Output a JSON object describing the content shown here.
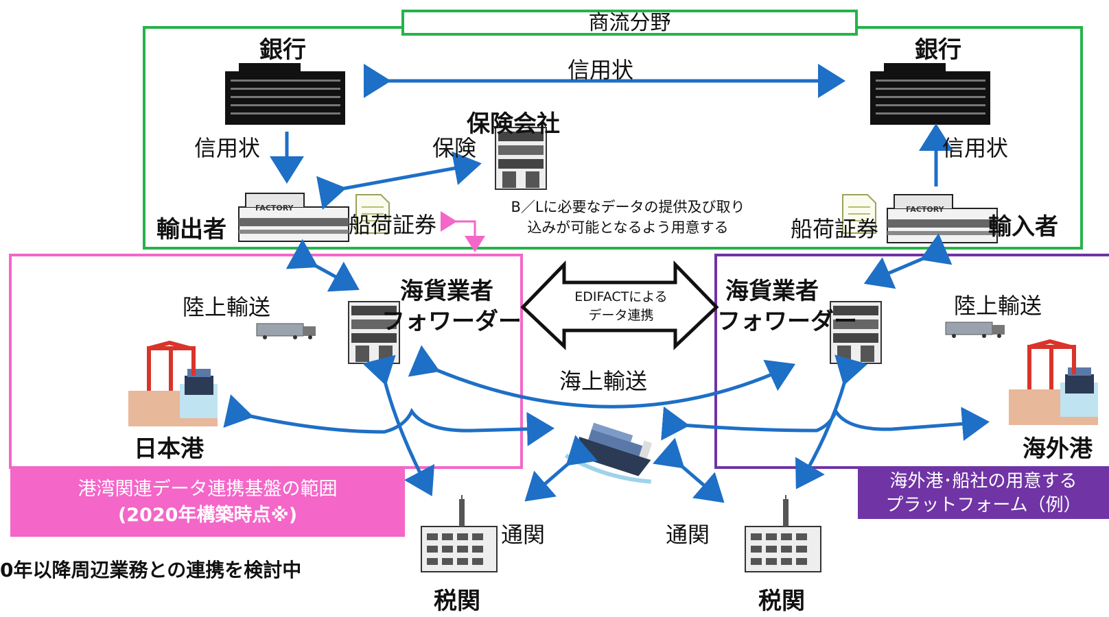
{
  "labels": {
    "commerce_area": "商流分野",
    "bank_left": "銀行",
    "bank_right": "銀行",
    "lc_top": "信用状",
    "lc_left": "信用状",
    "lc_right": "信用状",
    "insurance_company": "保険会社",
    "insurance": "保険",
    "exporter": "輸出者",
    "importer": "輸入者",
    "bl_left": "船荷証券",
    "bl_right": "船荷証券",
    "bl_note_line1": "B／Lに必要なデータの提供及び取り",
    "bl_note_line2": "込みが可能となるよう用意する",
    "forwarder_left_line1": "海貨業者",
    "forwarder_left_line2": "フォワーダー",
    "forwarder_right_line1": "海貨業者",
    "forwarder_right_line2": "フォワーダー",
    "edifact_line1": "EDIFACTによる",
    "edifact_line2": "データ連携",
    "land_left": "陸上輸送",
    "land_right": "陸上輸送",
    "sea_transport": "海上輸送",
    "japan_port": "日本港",
    "overseas_port": "海外港",
    "customs_clearance_left": "通関",
    "customs_clearance_right": "通関",
    "customs_left": "税関",
    "customs_right": "税関",
    "pink_label_line1": "港湾関連データ連携基盤の範囲",
    "pink_label_line2": "(2020年構築時点※)",
    "purple_label_line1": "海外港･船社の用意する",
    "purple_label_line2": "プラットフォーム（例）",
    "footnote": "0年以降周辺業務との連携を検討中",
    "factory_sign": "FACTORY"
  },
  "colors": {
    "green_frame": "#26b24a",
    "pink_frame": "#f466c8",
    "purple_frame": "#7034a5",
    "arrow_blue": "#1e6fc6"
  }
}
